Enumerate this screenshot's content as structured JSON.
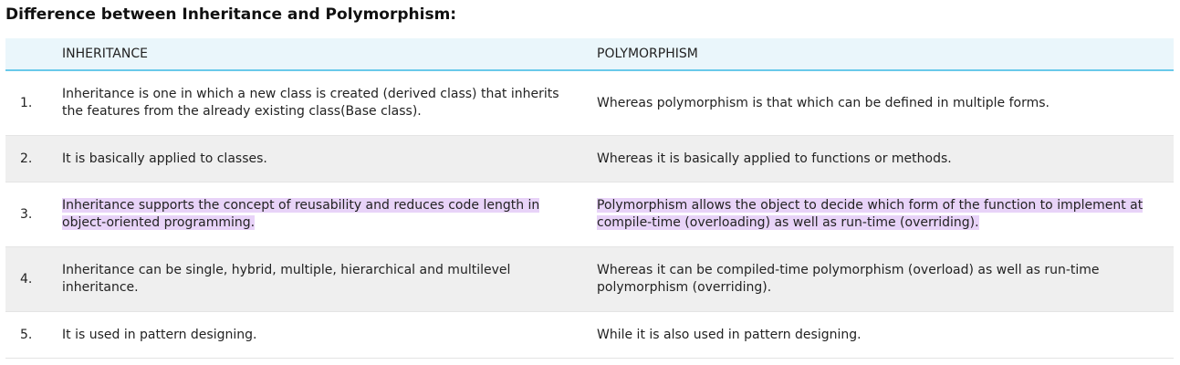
{
  "title": "Difference between Inheritance and Polymorphism:",
  "table": {
    "headers": [
      "",
      "INHERITANCE",
      "POLYMORPHISM"
    ],
    "rows": [
      {
        "num": "1.",
        "inheritance": "Inheritance is one in which a new class is created (derived class) that inherits the features from the already existing class(Base class).",
        "polymorphism": "Whereas polymorphism is that which can be defined in multiple forms."
      },
      {
        "num": "2.",
        "inheritance": "It is basically applied to classes.",
        "polymorphism": "Whereas it is basically applied to functions or methods."
      },
      {
        "num": "3.",
        "inheritance": "Inheritance supports the concept of reusability and reduces code length in object-oriented programming.",
        "polymorphism": "Polymorphism allows the object to decide which form of the function to implement at compile-time (overloading) as well as run-time (overriding)."
      },
      {
        "num": "4.",
        "inheritance": "Inheritance can be single, hybrid, multiple, hierarchical and multilevel inheritance.",
        "polymorphism": "Whereas it can be compiled-time polymorphism (overload) as well as run-time polymorphism (overriding)."
      },
      {
        "num": "5.",
        "inheritance": "It is used in pattern designing.",
        "polymorphism": "While it is also used in pattern designing."
      }
    ]
  },
  "colors": {
    "header_background": "#eaf6fb",
    "header_border": "#69c9ea",
    "alt_row_background": "#efefef",
    "text_highlight": "#e8d3f8"
  }
}
